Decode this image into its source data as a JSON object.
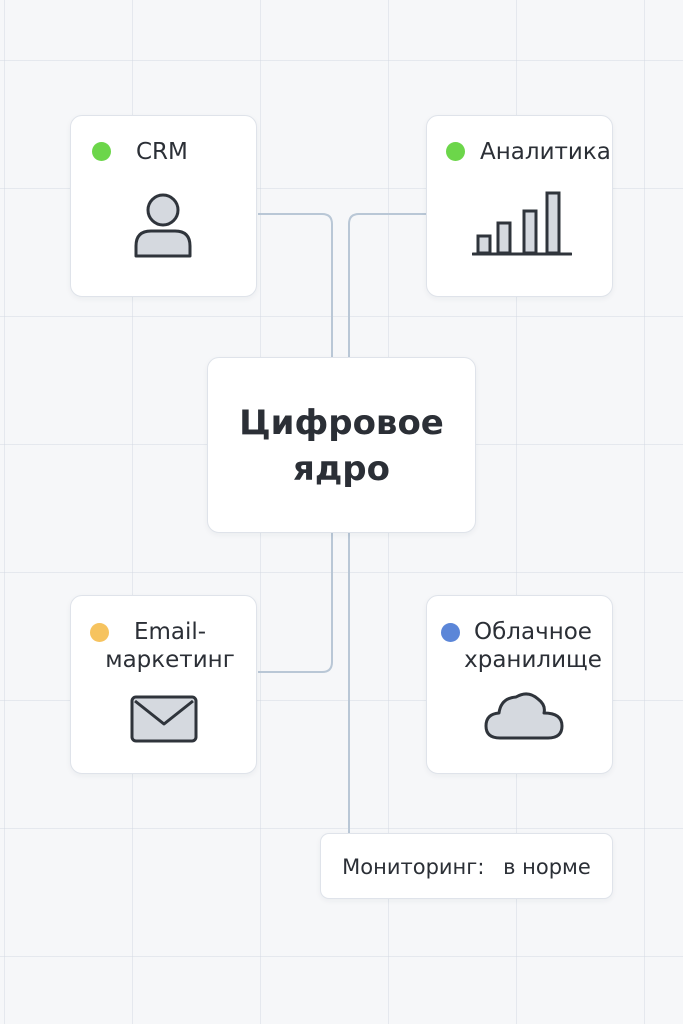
{
  "core": {
    "title_line1": "Цифровое",
    "title_line2": "ядро"
  },
  "modules": {
    "crm": {
      "label": "CRM",
      "status_color": "#6cd64a",
      "icon": "user-icon"
    },
    "analytics": {
      "label": "Аналитика",
      "status_color": "#6cd64a",
      "icon": "bar-chart-icon"
    },
    "email": {
      "label_line1": "Email-",
      "label_line2": "маркетинг",
      "status_color": "#f6c35f",
      "icon": "envelope-icon"
    },
    "cloud": {
      "label_line1": "Облачное",
      "label_line2": "хранилище",
      "status_color": "#5b86d8",
      "icon": "cloud-icon"
    }
  },
  "monitoring": {
    "label": "Мониторинг:",
    "value": "в норме"
  },
  "colors": {
    "connector": "#b9c7d6",
    "icon_fill": "#d5d9df",
    "icon_stroke": "#2f343b"
  }
}
